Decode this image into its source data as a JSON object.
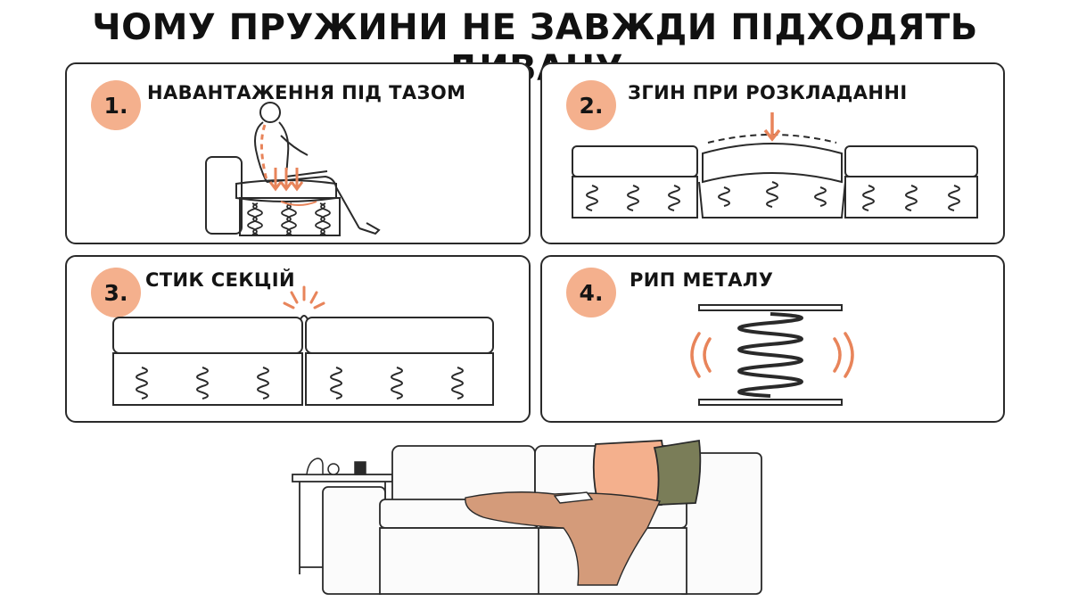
{
  "title": "ЧОМУ ПРУЖИНИ НЕ ЗАВЖДИ ПІДХОДЯТЬ ДИВАНУ",
  "accent_color": "#f4b08d",
  "accent_dark": "#e8845a",
  "cards": [
    {
      "number": "1.",
      "title": "НАВАНТАЖЕННЯ ПІД ТАЗОМ",
      "icon": "seated-person-load-icon"
    },
    {
      "number": "2.",
      "title": "ЗГИН ПРИ РОЗКЛАДАННІ",
      "icon": "sofa-fold-bend-icon"
    },
    {
      "number": "3.",
      "title": "СТИК СЕКЦІЙ",
      "icon": "section-joint-icon"
    },
    {
      "number": "4.",
      "title": "РИП МЕТАЛУ",
      "icon": "spring-squeak-icon"
    }
  ],
  "scene": {
    "icon": "modular-sofa-scene-icon"
  }
}
